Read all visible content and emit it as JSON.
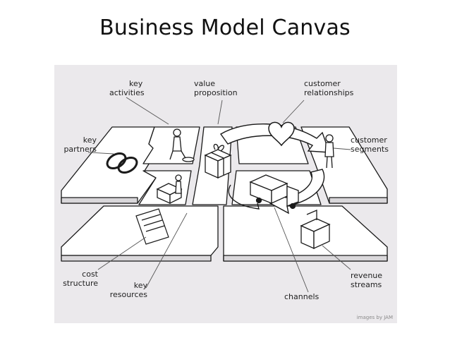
{
  "title": "Business Model Canvas",
  "labels": {
    "key_activities": [
      "key",
      "activities"
    ],
    "value_proposition": [
      "value",
      "proposition"
    ],
    "customer_relationships": [
      "customer",
      "relationships"
    ],
    "key_partners": [
      "key",
      "partners"
    ],
    "customer_segments": [
      "customer",
      "segments"
    ],
    "cost_structure": [
      "cost",
      "structure"
    ],
    "key_resources": [
      "key",
      "resources"
    ],
    "channels": [
      "channels"
    ],
    "revenue_streams": [
      "revenue",
      "streams"
    ]
  },
  "credit": "images by JAM",
  "icons": [
    "rings-icon",
    "worker-icon",
    "machine-icon",
    "gift-icon",
    "heart-icon",
    "truck-icon",
    "person-icon",
    "cash-register-icon",
    "receipt-icon"
  ],
  "colors": {
    "panel": "#ebe9ec",
    "block": "#ffffff",
    "line": "#1a1a1a"
  }
}
